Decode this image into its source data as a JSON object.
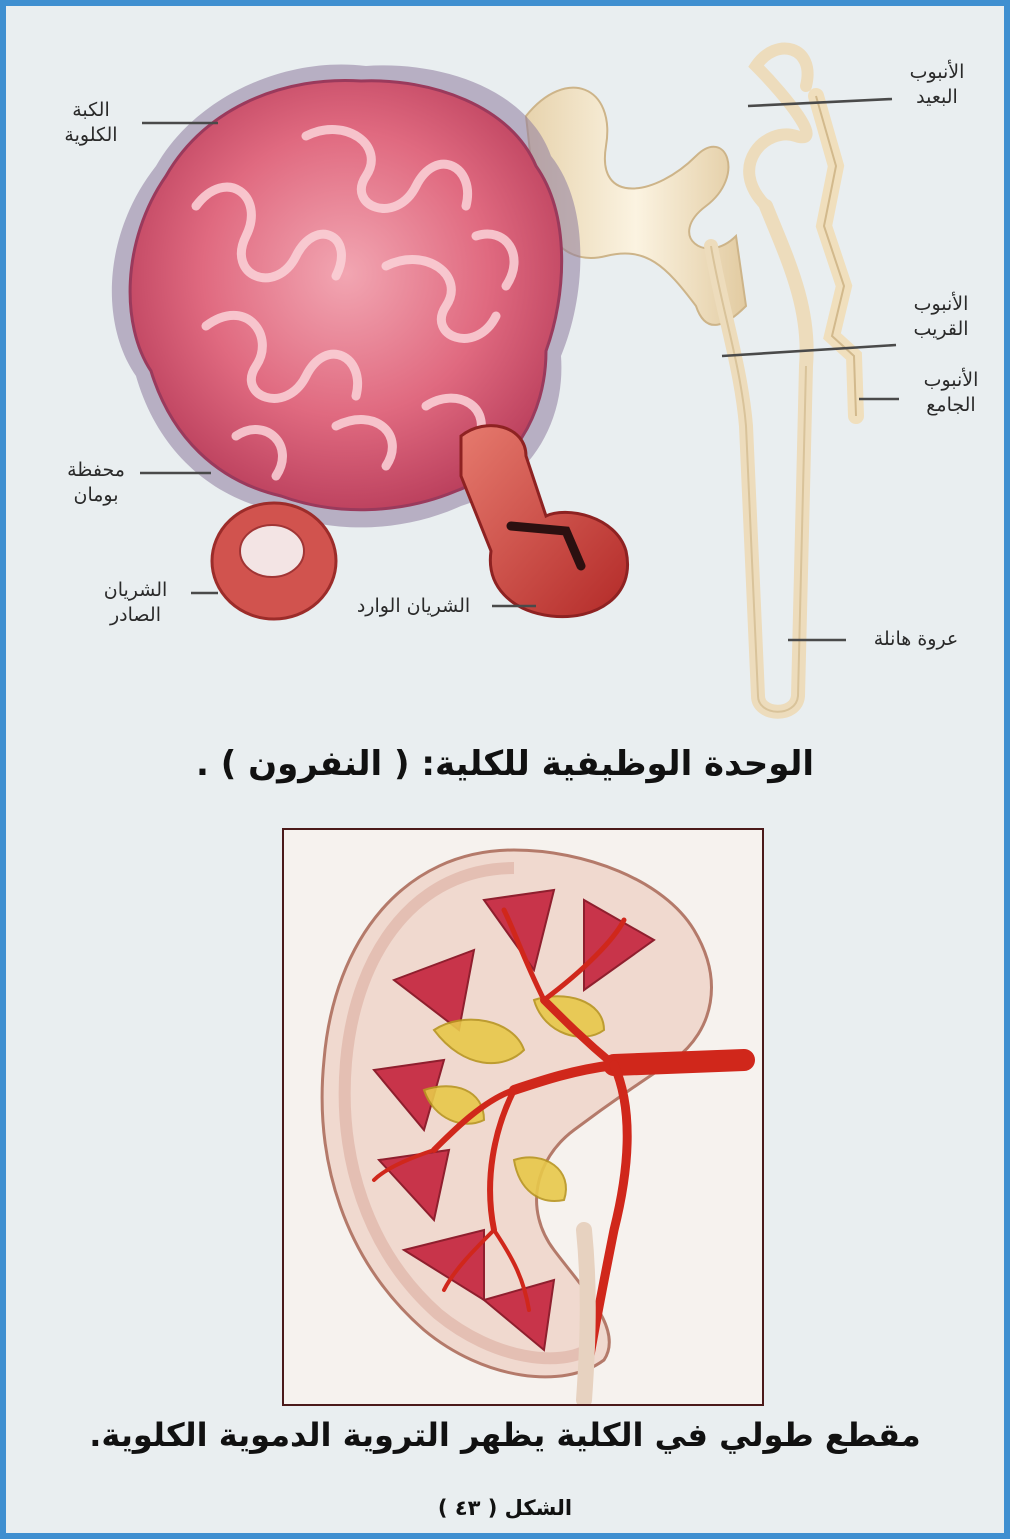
{
  "nephron": {
    "labels": {
      "glomerulus": [
        "الكبة",
        "الكلوية"
      ],
      "bowman_capsule": [
        "محفظة",
        "بومان"
      ],
      "efferent_artery": [
        "الشريان",
        "الصادر"
      ],
      "afferent_artery": "الشريان الوارد",
      "distal_tubule": [
        "الأنبوب",
        "البعيد"
      ],
      "proximal_tubule": [
        "الأنبوب",
        "القريب"
      ],
      "collecting_duct": [
        "الأنبوب",
        "الجامع"
      ],
      "loop_of_henle": "عروة هانلة"
    },
    "title": "الوحدة الوظيفية للكلية: ( النفرون ) ."
  },
  "kidney": {
    "caption": "مقطع طولي في الكلية يظهر التروية الدموية الكلوية."
  },
  "figure_number": "الشكل ( ٤٣ )",
  "colors": {
    "border": "#3f8fd0",
    "background": "#e9eef0",
    "glomerulus": "#d9536a",
    "artery": "#c92a1c",
    "tubule": "#f1e2c6",
    "pyramid": "#c8344a",
    "pelvis_fat": "#e8c84a"
  }
}
